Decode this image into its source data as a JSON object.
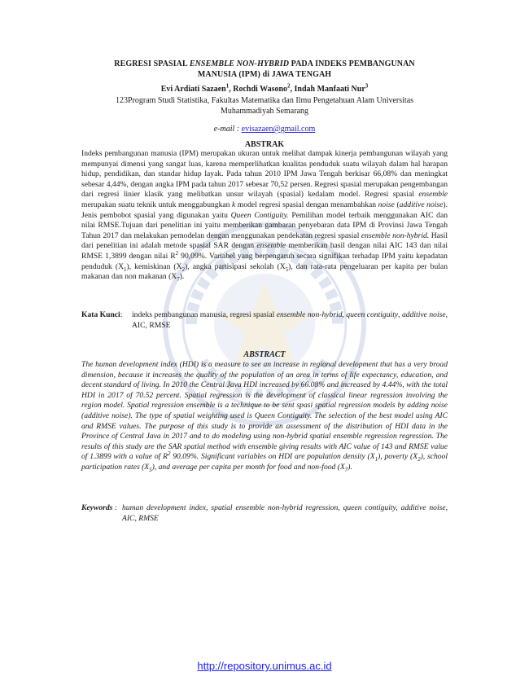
{
  "document": {
    "title_part1": "REGRESI SPASIAL ",
    "title_italic": "ENSEMBLE NON-HYBRID",
    "title_part2": " PADA INDEKS PEMBANGUNAN",
    "title_line2": "MANUSIA (IPM) di JAWA TENGAH",
    "authors": [
      {
        "name": "Evi Ardiati Sazaen",
        "sup": "1"
      },
      {
        "name": "Rochdi Wasono",
        "sup": "2"
      },
      {
        "name": "Indah Manfaati Nur",
        "sup": "3"
      }
    ],
    "author_sep": ", ",
    "affiliation_line1": "123Program Studi Statistika, Fakultas Matematika dan Ilmu Pengetahuan Alam Universitas",
    "affiliation_line2": "Muhammadiyah Semarang",
    "email_label": "e-mail : ",
    "email": "evisazaen@gmail.com"
  },
  "abstrak": {
    "heading": "ABSTRAK",
    "s1": "Indeks pembangunan manusia (IPM) merupakan ukuran untuk melihat dampak kinerja pembangunan wilayah yang mempunyai dimensi yang sangat luas, karena memperlihatkan kualitas penduduk suatu wilayah dalam hal harapan hidup, pendidikan, dan standar hidup layak. Pada tahun 2010 IPM Jawa Tengah berkisar 66,08% dan meningkat sebesar 4,44%, dengan angka IPM pada tahun 2017 sebesar 70,52 persen. Regresi spasial merupakan pengembangan dari regresi linier klasik yang melibatkan unsur wilayah (spasial) kedalam model. Regresi spasial ",
    "s1_it": "ensemble",
    "s2": " merupakan suatu teknik untuk menggabungkan ",
    "s2_it": "k",
    "s3": " model regresi spasial dengan menambahkan ",
    "s3_it": "noise",
    "s4": " (",
    "s4_it": "additive noise",
    "s5": "). Jenis pembobot spasial yang digunakan yaitu ",
    "s5_it": "Queen Contiguity.",
    "s6": " Pemilihan model terbaik menggunakan AIC dan nilai RMSE.Tujuan dari penelitian ini yaitu memberikan gambaran penyebaran data IPM di Provinsi Jawa Tengah Tahun 2017 dan melakukan pemodelan dengan menggunakan pendekatan regresi spasial ",
    "s6_it": "ensemble non-hybrid.",
    "s7": " Hasil dari penelitian ini adalah metode spasial SAR dengan ",
    "s7_it": "ensemble",
    "s8": " memberikan hasil dengan nilai AIC 143 dan nilai RMSE 1,3899 dengan nilai R",
    "s8_sup": "2",
    "s9": " 90,09%. Variabel yang berpengaruh secara signifikan terhadap IPM yaitu kepadatan penduduk (X",
    "s9_sub": "1",
    "s10": "), kemiskinan (X",
    "s10_sub": "2",
    "s11": "), angka partisipasi sekolah (X",
    "s11_sub": "5",
    "s12": "), dan rata-rata pengeluaran per kapita per bulan makanan dan non makanan (X",
    "s12_sub": "7",
    "s13": ").",
    "kw_label": "Kata Kunci",
    "kw_sep": ": ",
    "kw1": "indeks pembangunan manusia, regresi spasial ",
    "kw1_it": "ensemble non-hybrid",
    "kw2": ", ",
    "kw2_it": "queen contiguity",
    "kw3": ", ",
    "kw3_it": "additive noise",
    "kw4": ", AIC, RMSE"
  },
  "abstract": {
    "heading": "ABSTRACT",
    "s1": "The human development index (HDI) is a measure to see an increase in regional development that has a very broad dimension, because it increases the quality of the population of an area in terms of life expectancy, education, and decent standard of living. In 2010 the Central Java HDI increased by 66.08% and increased by 4.44%, with the total HDI in 2017 of 70.52 percent. Spatial regression is the development of classical linear regression involving the region model. Spatial regression ensemble is a technique to be sent spasi spatial regression models by adding noise (additive noise). The type of spatial weighting used is Queen Contiguity. The selection of the best model using AIC and RMSE values. The purpose of this study is to provide an assessment of the distribution of HDI data in the Province of Central Java in 2017 and to do modeling using non-hybrid spatial ensemble regression regression. The results of this study are the SAR spatial method with ensemble giving results with AIC value of 143 and RMSE value of 1.3899 with a value of R",
    "s1_sup": "2",
    "s2": " 90.09%. Significant variables on HDI are population density (X",
    "s2_sub": "1",
    "s3": "), poverty (X",
    "s3_sub": "2",
    "s4": "), school participation rates (X",
    "s4_sub": "5",
    "s5": "), and average per capita per month for food and non-food (X",
    "s5_sub": "7",
    "s6": ").",
    "kw_label": "Keywords",
    "kw_sep": " : ",
    "kw_text": "human development index, spatial ensemble non-hybrid regression, queen contiguity, additive noise, AIC, RMSE"
  },
  "footer": {
    "url": "http://repository.unimus.ac.id"
  },
  "colors": {
    "link": "#2222ee",
    "watermark": "#3a5fa8"
  },
  "watermark_icon": "university-seal-icon"
}
